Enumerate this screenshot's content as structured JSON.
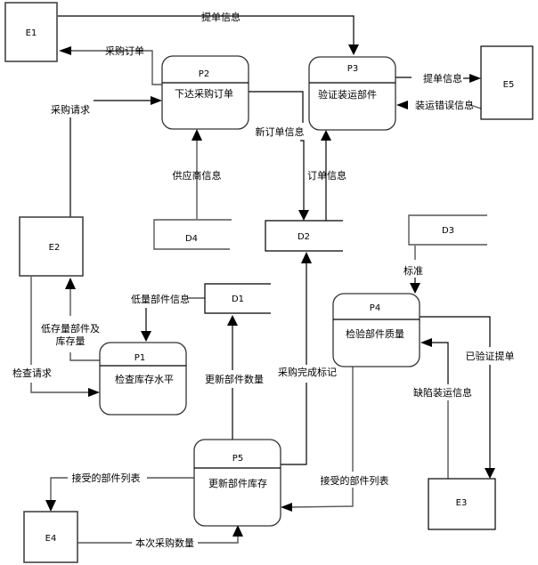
{
  "diagram": {
    "type": "data-flow-diagram",
    "entities": [
      {
        "id": "E1"
      },
      {
        "id": "E2"
      },
      {
        "id": "E3"
      },
      {
        "id": "E4"
      },
      {
        "id": "E5"
      }
    ],
    "processes": [
      {
        "id": "P1",
        "name": "检查库存水平"
      },
      {
        "id": "P2",
        "name": "下达采购订单"
      },
      {
        "id": "P3",
        "name": "验证装运部件"
      },
      {
        "id": "P4",
        "name": "检验部件质量"
      },
      {
        "id": "P5",
        "name": "更新部件库存"
      }
    ],
    "stores": [
      {
        "id": "D1"
      },
      {
        "id": "D2"
      },
      {
        "id": "D3"
      },
      {
        "id": "D4"
      }
    ],
    "flows": [
      {
        "from": "E1",
        "to": "P3",
        "label": "提单信息"
      },
      {
        "from": "P2",
        "to": "E1",
        "label": "采购订单"
      },
      {
        "from": "E2",
        "to": "P2",
        "label": "采购请求"
      },
      {
        "from": "P2",
        "to": "D2",
        "label": "新订单信息"
      },
      {
        "from": "D2",
        "to": "P3",
        "label": "订单信息"
      },
      {
        "from": "D4",
        "to": "P2",
        "label": "供应商信息"
      },
      {
        "from": "P3",
        "to": "E5",
        "label": "提单信息"
      },
      {
        "from": "E5",
        "to": "P3",
        "label": "装运错误信息"
      },
      {
        "from": "P1",
        "to": "E2",
        "label": "低存量部件及库存量"
      },
      {
        "from": "E2",
        "to": "P1",
        "label": "检查请求"
      },
      {
        "from": "D1",
        "to": "P1",
        "label": "低量部件信息"
      },
      {
        "from": "P5",
        "to": "D1",
        "label": "更新部件数量"
      },
      {
        "from": "P5",
        "to": "D2",
        "label": "采购完成标记"
      },
      {
        "from": "D3",
        "to": "P4",
        "label": "标准"
      },
      {
        "from": "P4",
        "to": "E3",
        "label": "已验证提单"
      },
      {
        "from": "E3",
        "to": "P4",
        "label": "缺陷装运信息"
      },
      {
        "from": "P4",
        "to": "P5",
        "label": "接受的部件列表"
      },
      {
        "from": "P5",
        "to": "E4",
        "label": "接受的部件列表"
      },
      {
        "from": "E4",
        "to": "P5",
        "label": "本次采购数量"
      }
    ]
  },
  "labels": {
    "e1": "E1",
    "e2": "E2",
    "e3": "E3",
    "e4": "E4",
    "e5": "E5",
    "p1_id": "P1",
    "p1_name": "检查库存水平",
    "p2_id": "P2",
    "p2_name": "下达采购订单",
    "p3_id": "P3",
    "p3_name": "验证装运部件",
    "p4_id": "P4",
    "p4_name": "检验部件质量",
    "p5_id": "P5",
    "p5_name": "更新部件库存",
    "d1": "D1",
    "d2": "D2",
    "d3": "D3",
    "d4": "D4",
    "f_e1_p3": "提单信息",
    "f_p2_e1": "采购订单",
    "f_e2_p2": "采购请求",
    "f_p2_d2": "新订单信息",
    "f_d2_p3": "订单信息",
    "f_d4_p2": "供应商信息",
    "f_p3_e5": "提单信息",
    "f_e5_p3": "装运错误信息",
    "f_p1_e2_a": "低存量部件及",
    "f_p1_e2_b": "库存量",
    "f_e2_p1": "检查请求",
    "f_d1_p1": "低量部件信息",
    "f_p5_d1": "更新部件数量",
    "f_p5_d2": "采购完成标记",
    "f_d3_p4": "标准",
    "f_p4_e3": "已验证提单",
    "f_e3_p4": "缺陷装运信息",
    "f_p4_p5": "接受的部件列表",
    "f_p5_e4": "接受的部件列表",
    "f_e4_p5": "本次采购数量"
  }
}
